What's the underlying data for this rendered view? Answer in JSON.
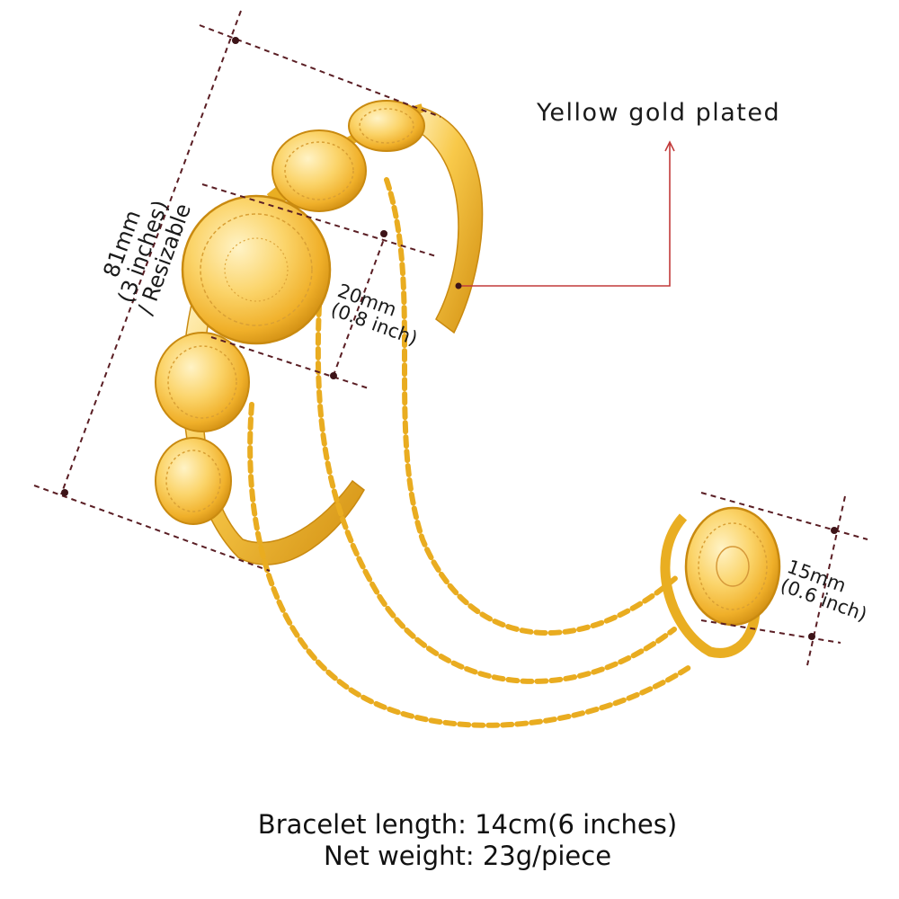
{
  "callout": {
    "finish": "Yellow gold plated"
  },
  "dimensions": {
    "height_mm": "81mm",
    "height_in": "(3 inches)",
    "height_note": "/ Resizable",
    "coin_mm": "20mm",
    "coin_in": "(0.8 inch)",
    "ring_mm": "15mm",
    "ring_in": "(0.6 inch)"
  },
  "specs": {
    "length": "Bracelet length: 14cm(6 inches)",
    "weight": "Net weight: 23g/piece"
  },
  "colors": {
    "gold_light": "#fde39a",
    "gold": "#f2b72a",
    "gold_dark": "#c98a10",
    "dim_line": "#5a1e24",
    "callout_line": "#c23a3a"
  },
  "icons": {
    "product": "coin-bracelet-ring-photo"
  }
}
